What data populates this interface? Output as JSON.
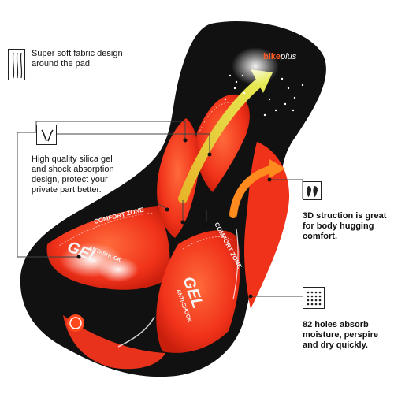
{
  "brand": {
    "prefix": "bike",
    "suffix": "plus"
  },
  "callouts": [
    {
      "name": "fabric",
      "text_lines": [
        "Super soft fabric design",
        "around the pad."
      ],
      "icon": "wavy-lines-icon"
    },
    {
      "name": "gel",
      "text_lines": [
        "High quality silica gel",
        "and shock absorption",
        "design, protect your",
        "private part better."
      ],
      "icon": "pad-shape-icon"
    },
    {
      "name": "struction",
      "text_lines": [
        "3D struction is great",
        "for body hugging",
        "comfort."
      ],
      "icon": "pad-pair-icon"
    },
    {
      "name": "holes",
      "text_lines": [
        "82 holes absorb",
        "moisture, perspire",
        "and dry quickly."
      ],
      "icon": "perforation-grid-icon"
    }
  ],
  "pad_labels": {
    "comfort_zone_left": "COMFORT ZONE",
    "comfort_zone_right": "COMFORT ZONE",
    "gel_left": "GEL",
    "anti_shock_left": "ANTI-SHOCK",
    "gel_right": "GEL",
    "anti_shock_right": "ANTI-SHOCK"
  },
  "colors": {
    "pad_black": "#111111",
    "pad_red": "#f0321a",
    "pad_orange": "#ff5a1e",
    "arrow_yellow": "#d8d52a",
    "line": "#444444"
  }
}
